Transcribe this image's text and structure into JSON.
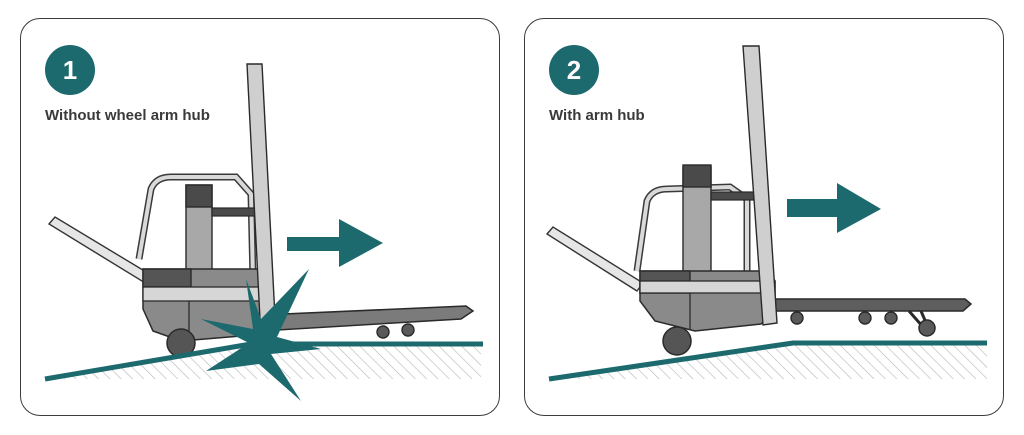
{
  "colors": {
    "accent": "#1d6a6e",
    "dark_gray": "#6e6e6e",
    "mid_gray": "#9b9b9b",
    "light_gray": "#cfcfcf"
  },
  "panels": [
    {
      "number": "1",
      "caption": "Without wheel arm hub",
      "icons": [
        "pallet-truck-icon",
        "arrow-right-icon",
        "impact-burst-icon",
        "ramp-icon"
      ]
    },
    {
      "number": "2",
      "caption": "With arm hub",
      "icons": [
        "pallet-truck-icon",
        "arrow-right-icon",
        "arm-hub-wheel-icon",
        "ramp-icon"
      ]
    }
  ]
}
